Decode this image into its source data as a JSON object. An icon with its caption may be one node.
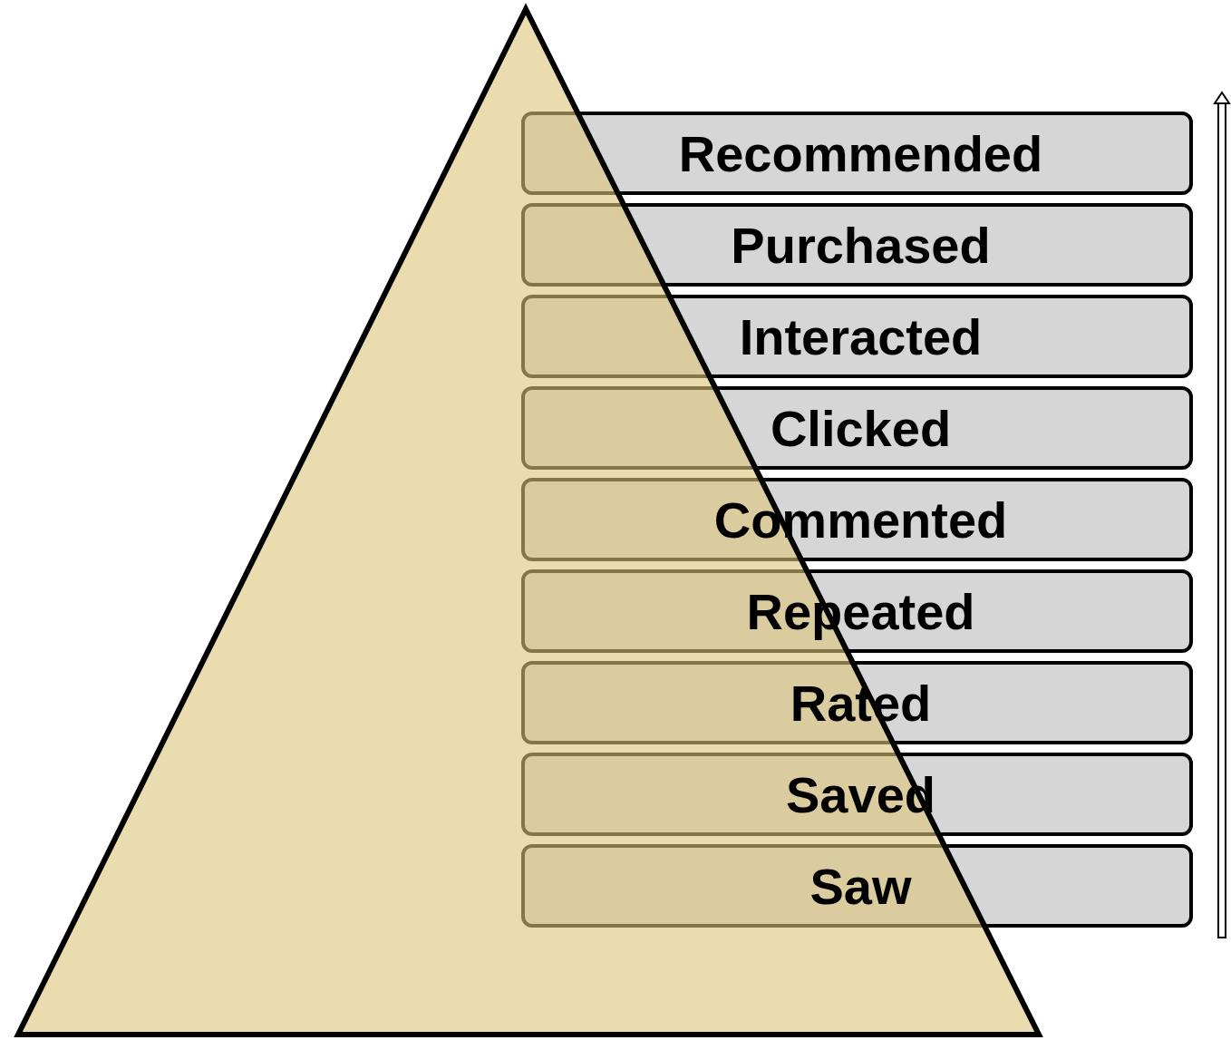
{
  "diagram": {
    "nodes": [
      {
        "text": [
          "Recommended"
        ]
      },
      {
        "text": [
          "Purchased"
        ]
      },
      {
        "text": [
          "Interacted"
        ]
      },
      {
        "text": [
          "Clicked"
        ]
      },
      {
        "text": [
          "Commented"
        ]
      },
      {
        "text": [
          "Repeated"
        ]
      },
      {
        "text": [
          "Rated"
        ]
      },
      {
        "text": [
          "Saved"
        ]
      },
      {
        "text": [
          "Saw"
        ]
      }
    ]
  }
}
